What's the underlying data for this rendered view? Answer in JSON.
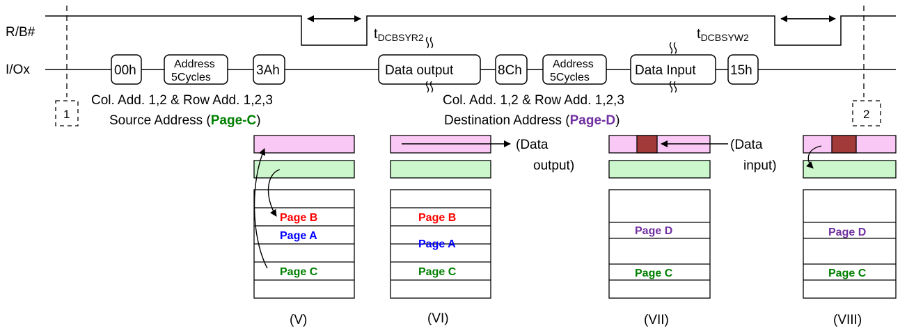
{
  "signals": {
    "rb_label": "R/B#",
    "io_label": "I/Ox"
  },
  "commands": {
    "cmd_00h": "00h",
    "address1_line1": "Address",
    "address1_line2": "5Cycles",
    "cmd_3ah": "3Ah",
    "data_output": "Data output",
    "cmd_8ch": "8Ch",
    "address2_line1": "Address",
    "address2_line2": "5Cycles",
    "data_input": "Data Input",
    "cmd_15h": "15h"
  },
  "timing": {
    "t1_main": "t",
    "t1_sub": "DCBSYR2",
    "t2_main": "t",
    "t2_sub": "DCBSYW2"
  },
  "source_note": {
    "line1": "Col. Add. 1,2 & Row Add. 1,2,3",
    "line2_prefix": "Source Address (",
    "line2_page": "Page-C",
    "line2_suffix": ")"
  },
  "dest_note": {
    "line1": "Col. Add. 1,2 & Row Add. 1,2,3",
    "line2_prefix": "Destination Address (",
    "line2_page": "Page-D",
    "line2_suffix": ")"
  },
  "markers": {
    "m1": "1",
    "m2": "2"
  },
  "annotations": {
    "data_output_line1": "(Data",
    "data_output_line2": "output)",
    "data_input_line1": "(Data",
    "data_input_line2": "input)"
  },
  "panels": {
    "v": {
      "label": "(V)",
      "page_b": "Page B",
      "page_a": "Page A",
      "page_c": "Page C"
    },
    "vi": {
      "label": "(VI)",
      "page_b": "Page B",
      "page_a": "Page A",
      "page_c": "Page C"
    },
    "vii": {
      "label": "(VII)",
      "page_d": "Page D",
      "page_c": "Page C"
    },
    "viii": {
      "label": "(VIII)",
      "page_d": "Page D",
      "page_c": "Page C"
    }
  },
  "colors": {
    "page_register": "#f9c8f5",
    "cache_register": "#ccf7cc",
    "data_block": "#a33a3a",
    "page_b_text": "#ff0000",
    "page_a_text": "#0000ff",
    "page_c_text": "#008000",
    "page_d_text": "#7030a0"
  }
}
